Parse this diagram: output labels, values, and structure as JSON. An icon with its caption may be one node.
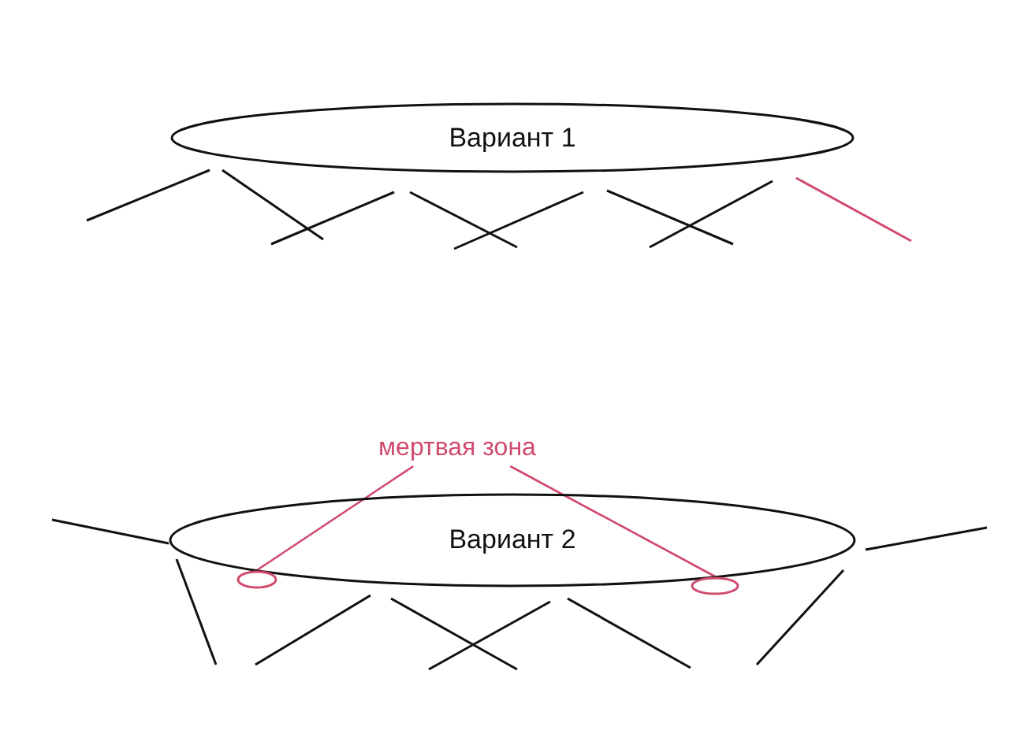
{
  "diagram": {
    "nodes": [
      {
        "text": [
          "Вариант 1"
        ]
      },
      {
        "text": [
          "мертвая зона"
        ]
      },
      {
        "text": [
          "Вариант 2"
        ]
      },
      {
        "text": [],
        "shape": "circle"
      },
      {
        "text": [],
        "shape": "circle"
      }
    ],
    "edges": [
      {
        "from": 1,
        "to": 3,
        "arrow": "none",
        "color": "#d04a6e"
      },
      {
        "from": 1,
        "to": 4,
        "arrow": "none",
        "color": "#d04a6e"
      }
    ]
  }
}
